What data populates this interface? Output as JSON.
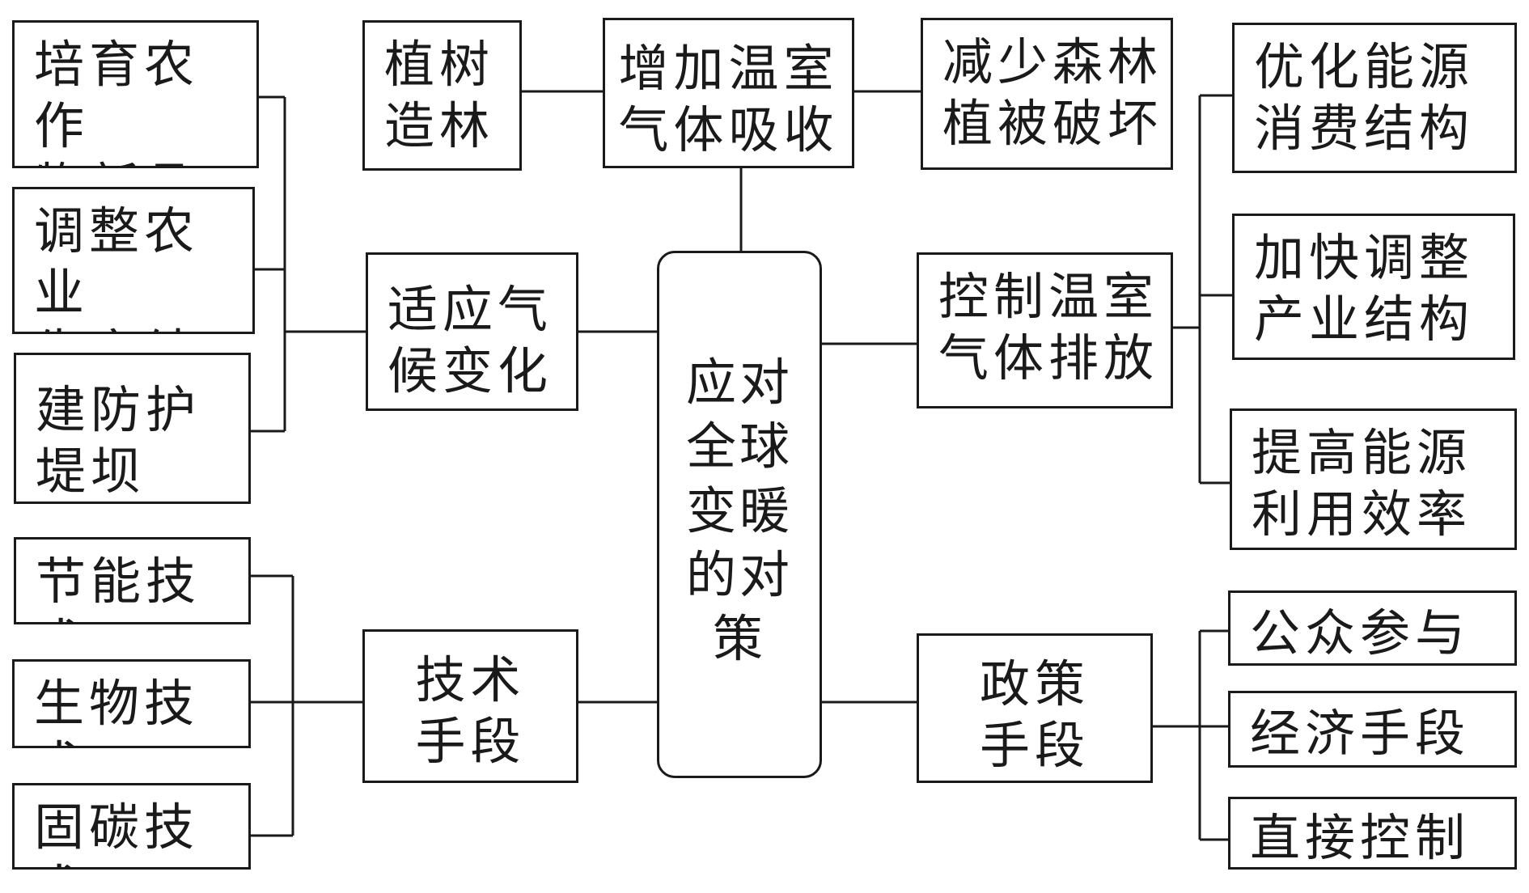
{
  "diagram": {
    "center": "应对\n全球\n变暖\n的对\n策",
    "nodes": {
      "increase_absorption": "增加温室\n气体吸收",
      "plant_trees": "植树\n造林",
      "reduce_deforestation": "减少森林\n植被破坏",
      "adapt_climate": "适应气\n候变化",
      "breed_crops": "培育农作\n物新品种",
      "adjust_agri": "调整农业\n生产结构",
      "build_dams": "建防护\n堤坝",
      "control_emission": "控制温室\n气体排放",
      "optimize_energy": "优化能源\n消费结构",
      "speed_industry": "加快调整\n产业结构",
      "improve_efficiency": "提高能源\n利用效率",
      "tech_means": "技术\n手段",
      "energy_saving": "节能技术",
      "bio_tech": "生物技术",
      "carbon_fix": "固碳技术",
      "policy_means": "政策\n手段",
      "public_participation": "公众参与",
      "economic_means": "经济手段",
      "direct_control": "直接控制"
    }
  }
}
